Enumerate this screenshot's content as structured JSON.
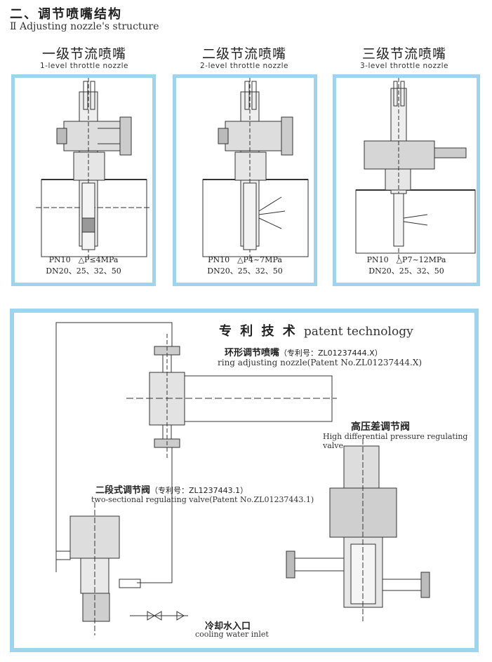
{
  "header": {
    "title": "二、调节喷嘴结构",
    "subtitle": "Ⅱ Adjusting nozzle's structure"
  },
  "nozzles": [
    {
      "title_cn": "一级节流喷嘴",
      "title_en": "1-level throttle nozzle",
      "spec_line1": "PN10　△P≤4MPa",
      "spec_line2": "DN20、25、32、50"
    },
    {
      "title_cn": "二级节流喷嘴",
      "title_en": "2-level throttle nozzle",
      "spec_line1": "PN10　△P4~7MPa",
      "spec_line2": "DN20、25、32、50"
    },
    {
      "title_cn": "三级节流喷嘴",
      "title_en": "3-level throttle nozzle",
      "spec_line1": "PN10　△P7~12MPa",
      "spec_line2": "DN20、25、32、50"
    }
  ],
  "patent": {
    "title_cn": "专 利 技 术",
    "title_en": "patent technology",
    "ring_cn": "环形调节喷嘴",
    "ring_no": "（专利号：ZL01237444.X）",
    "ring_en": "ring adjusting nozzle(Patent No.ZL01237444.X)",
    "hdp_cn": "高压差调节阀",
    "hdp_en": "High differential pressure regulating valve",
    "two_cn": "二段式调节阀",
    "two_no": "（专利号：ZL1237443.1）",
    "two_en": "two-sectional regulating valve(Patent No.ZL01237443.1)",
    "cool_cn": "冷却水入口",
    "cool_en": "cooling water inlet"
  }
}
